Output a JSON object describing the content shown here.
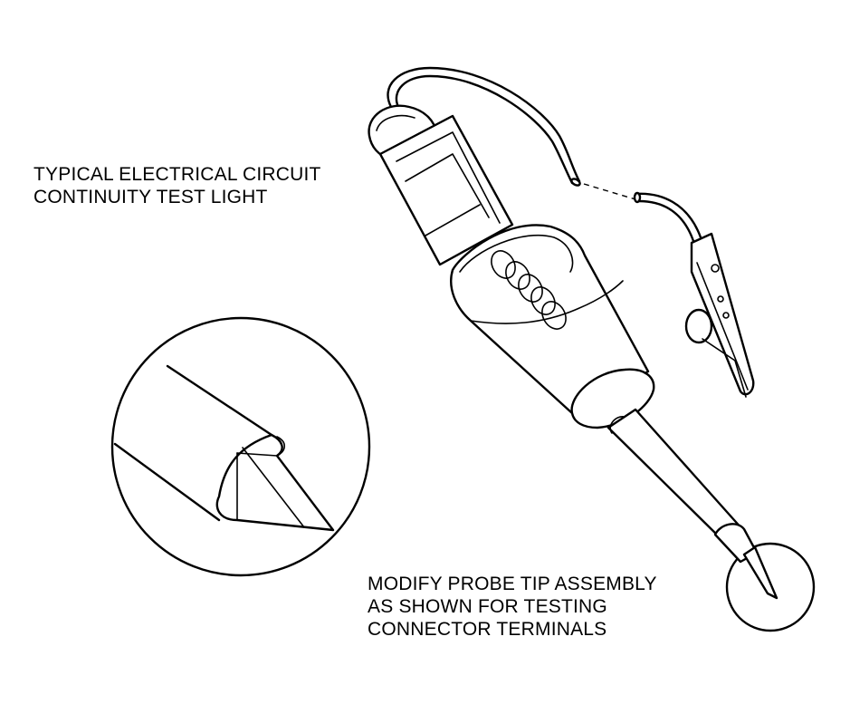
{
  "diagram": {
    "title_lines": [
      "TYPICAL ELECTRICAL CIRCUIT",
      "CONTINUITY TEST LIGHT"
    ],
    "note_lines": [
      "MODIFY PROBE TIP ASSEMBLY",
      "AS SHOWN FOR TESTING",
      "CONNECTOR TERMINALS"
    ],
    "ink_color": "#000000",
    "paper_color": "#ffffff"
  }
}
